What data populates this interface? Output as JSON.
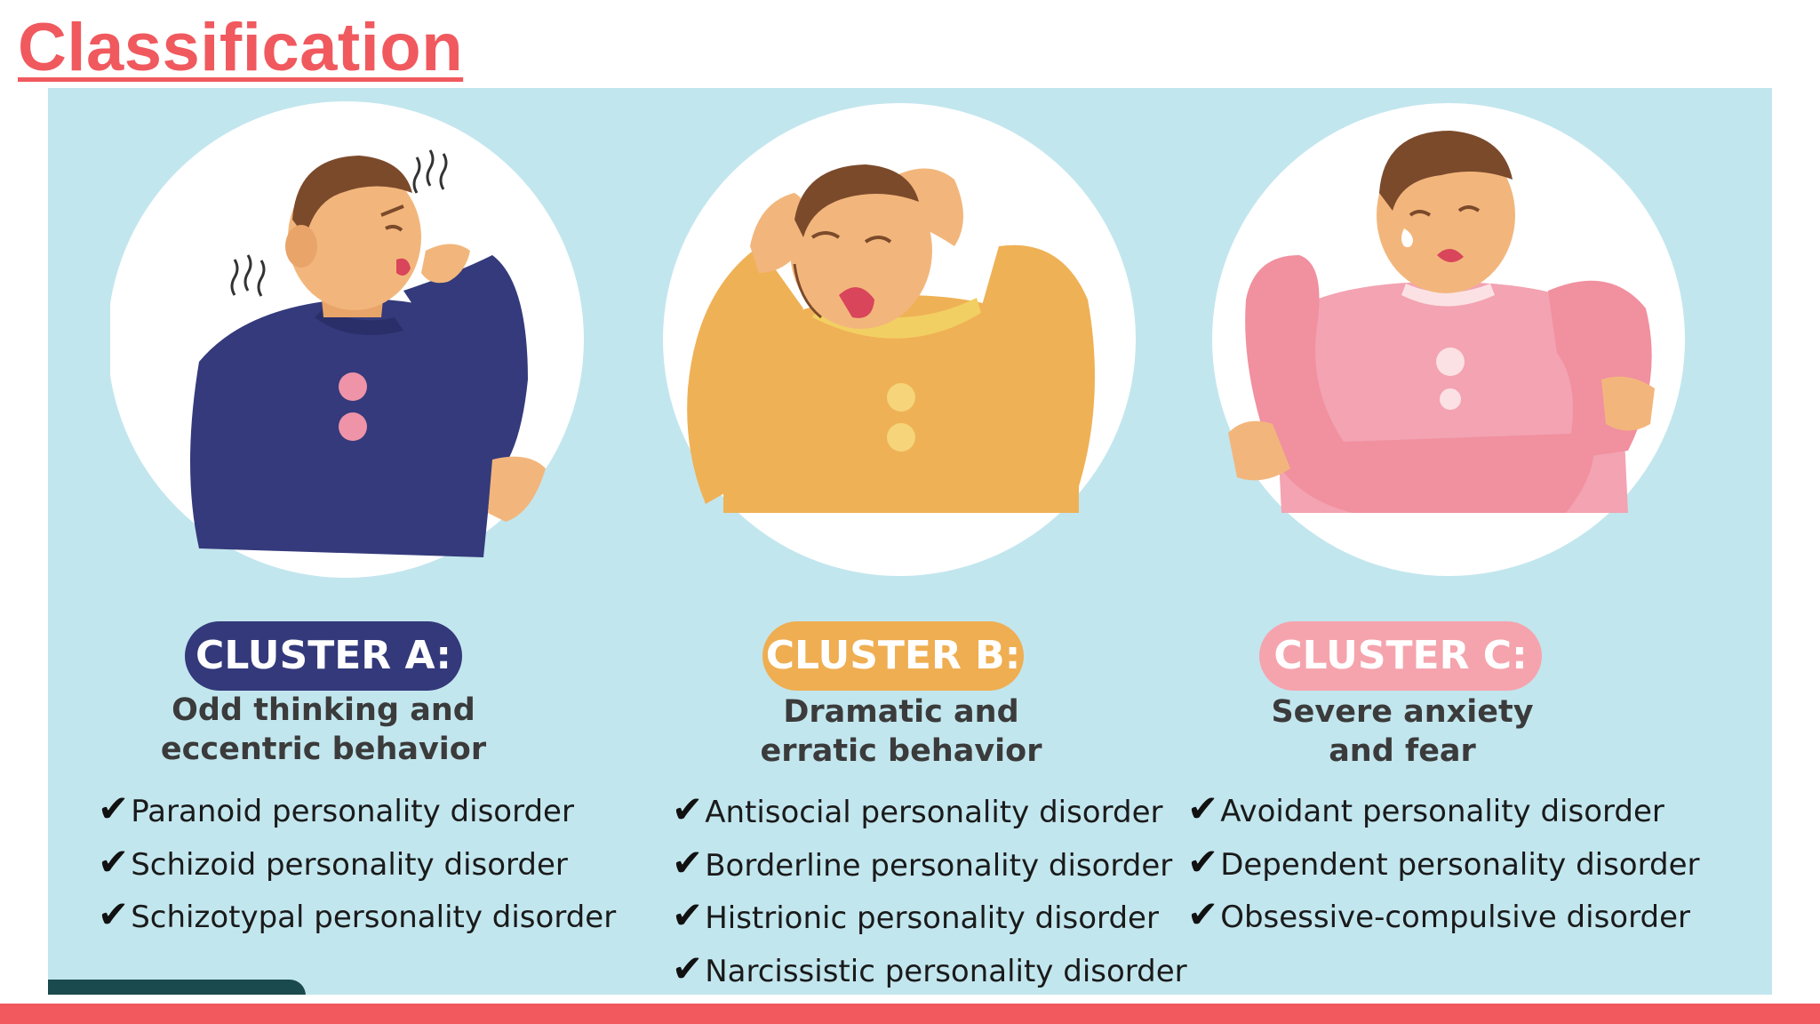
{
  "title": "Classification",
  "clusters": [
    {
      "badge": "CLUSTER A:",
      "subtitle": [
        "Odd thinking and",
        "eccentric behavior"
      ],
      "items": [
        "Paranoid personality disorder",
        "Schizoid personality disorder",
        "Schizotypal personality disorder"
      ]
    },
    {
      "badge": "CLUSTER B:",
      "subtitle": [
        "Dramatic and",
        "erratic behavior"
      ],
      "items": [
        "Antisocial personality disorder",
        "Borderline personality disorder",
        "Histrionic personality disorder",
        "Narcissistic personality disorder"
      ]
    },
    {
      "badge": "CLUSTER C:",
      "subtitle": [
        "Severe anxiety",
        "and fear"
      ],
      "items": [
        "Avoidant personality disorder",
        "Dependent personality disorder",
        "Obsessive-compulsive disorder"
      ]
    }
  ],
  "check_glyph": "✔",
  "colors": {
    "title": "#f0595e",
    "panel": "#c2e6ee",
    "cluster_a": "#33397a",
    "cluster_b": "#efae52",
    "cluster_c": "#f5a4ae",
    "bottom_bar": "#f1595f"
  }
}
